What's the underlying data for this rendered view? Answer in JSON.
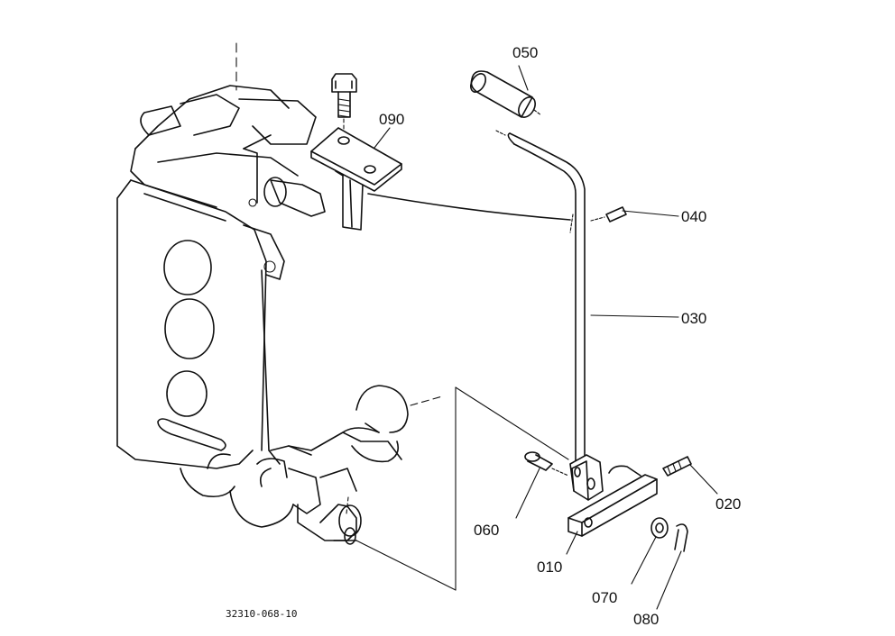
{
  "diagram": {
    "reference_code": "32310-068-10",
    "parts": [
      {
        "number": "010"
      },
      {
        "number": "020"
      },
      {
        "number": "030"
      },
      {
        "number": "040"
      },
      {
        "number": "050"
      },
      {
        "number": "060"
      },
      {
        "number": "070"
      },
      {
        "number": "080"
      },
      {
        "number": "090"
      }
    ]
  }
}
